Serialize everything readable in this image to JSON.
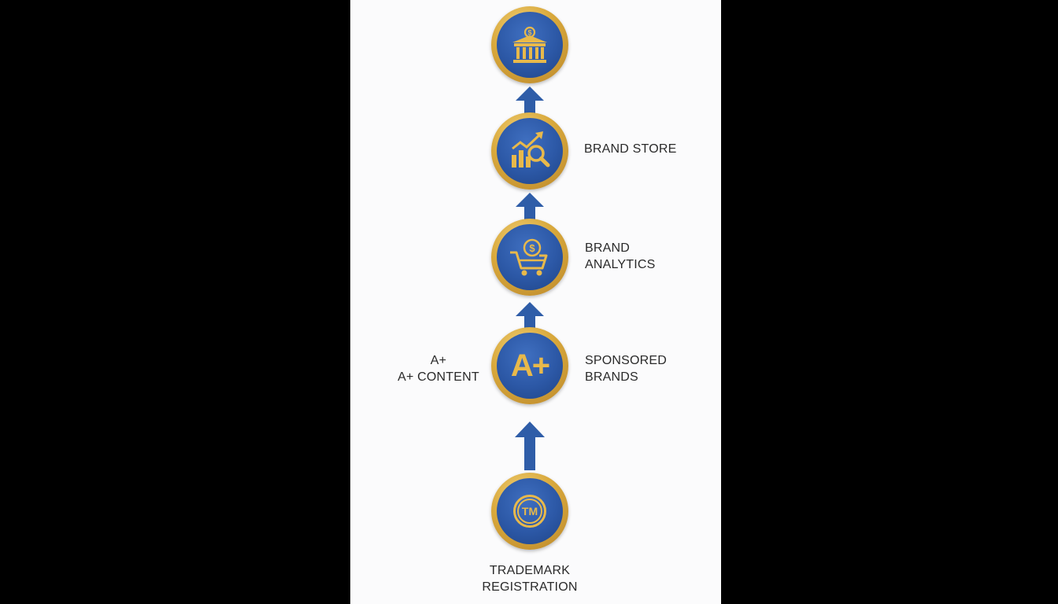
{
  "diagram": {
    "nodes": [
      {
        "icon": "bank-dollar-icon"
      },
      {
        "icon": "chart-magnifier-icon",
        "label_lines": [
          "BRAND STORE"
        ]
      },
      {
        "icon": "cart-dollar-icon",
        "label_lines": [
          "BRAND",
          "ANALYTICS"
        ]
      },
      {
        "icon": "a-plus-icon",
        "icon_text": "A+",
        "label_lines": [
          "SPONSORED",
          "BRANDS"
        ],
        "left_label_lines": [
          "A+",
          "A+ CONTENT"
        ]
      },
      {
        "icon": "trademark-icon",
        "icon_text": "TM",
        "label_lines": [
          "TRADEMARK",
          "REGISTRATION"
        ]
      }
    ],
    "colors": {
      "gold": "#d9a93c",
      "blue": "#2c58a6",
      "arrow": "#2f5da8",
      "text": "#2a2a2a"
    }
  }
}
